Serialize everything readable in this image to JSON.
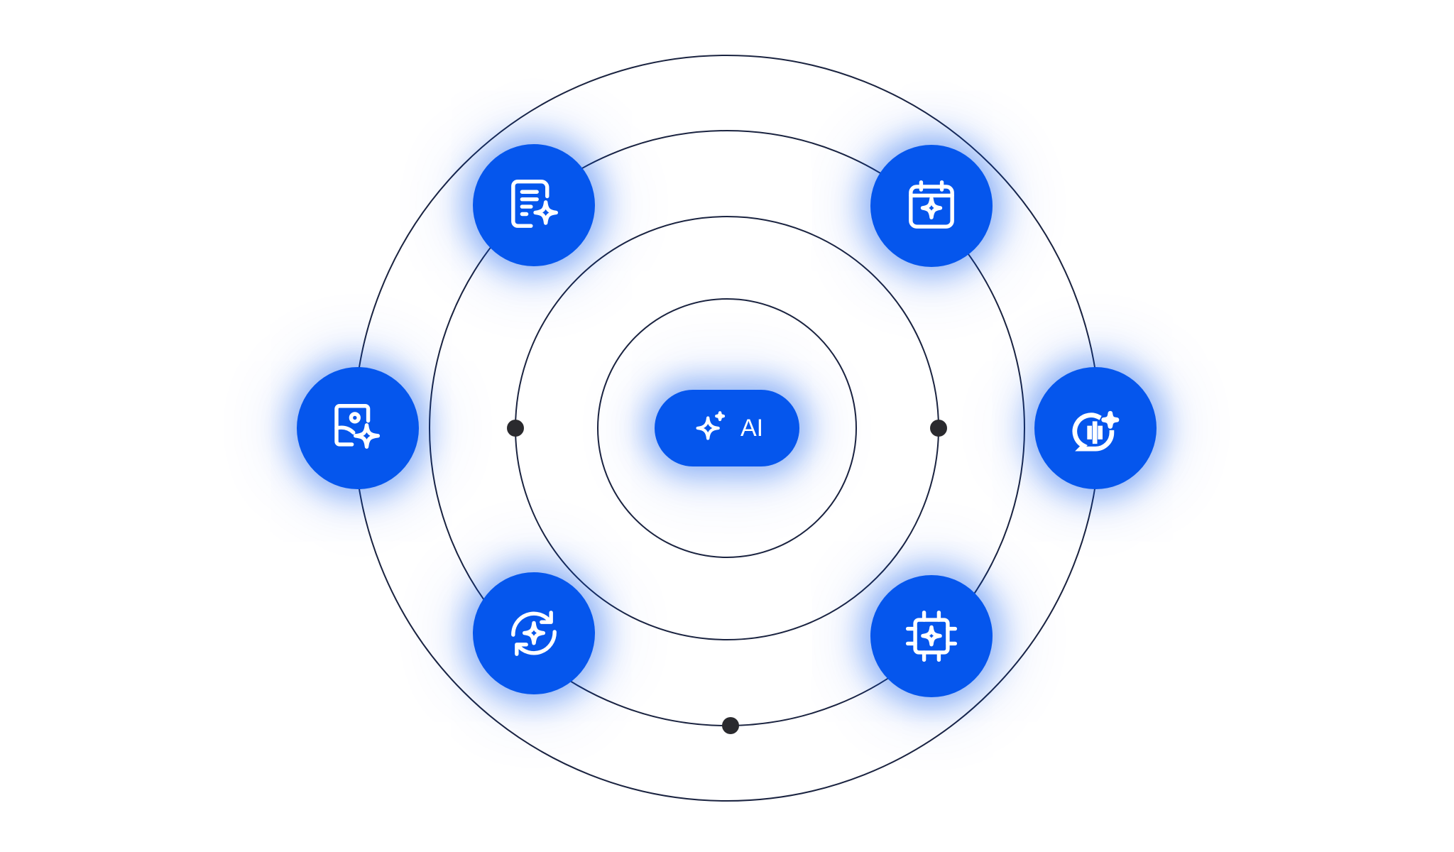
{
  "center": {
    "label": "AI",
    "icon": "sparkles-icon"
  },
  "nodes": [
    {
      "name": "document-ai",
      "icon": "document-sparkle-icon"
    },
    {
      "name": "calendar-ai",
      "icon": "calendar-sparkle-icon"
    },
    {
      "name": "image-ai",
      "icon": "image-sparkle-icon"
    },
    {
      "name": "voice-chat-ai",
      "icon": "chat-voice-sparkle-icon"
    },
    {
      "name": "refresh-ai",
      "icon": "refresh-sparkle-icon"
    },
    {
      "name": "chip-ai",
      "icon": "chip-sparkle-icon"
    }
  ],
  "colors": {
    "accent": "#0556ED",
    "line": "#1A2340",
    "dot": "#2A2A2E"
  }
}
